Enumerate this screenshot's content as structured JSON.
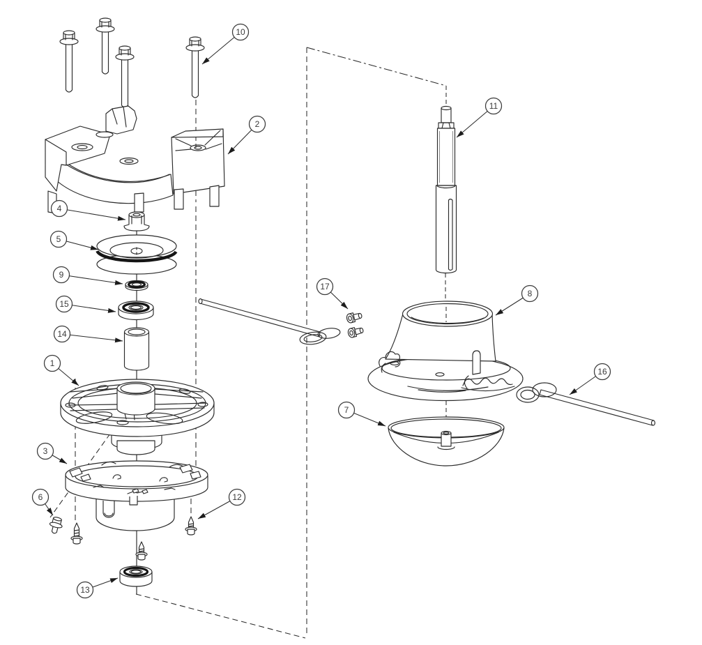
{
  "diagram": {
    "type": "exploded-parts-diagram",
    "background_color": "#ffffff",
    "line_color": "#2a2a2a",
    "callout_text_color": "#3a3a3a",
    "callouts": [
      {
        "number": "10"
      },
      {
        "number": "2"
      },
      {
        "number": "4"
      },
      {
        "number": "5"
      },
      {
        "number": "9"
      },
      {
        "number": "15"
      },
      {
        "number": "14"
      },
      {
        "number": "1"
      },
      {
        "number": "3"
      },
      {
        "number": "6"
      },
      {
        "number": "12"
      },
      {
        "number": "13"
      },
      {
        "number": "11"
      },
      {
        "number": "17"
      },
      {
        "number": "8"
      },
      {
        "number": "7"
      },
      {
        "number": "16"
      }
    ]
  }
}
